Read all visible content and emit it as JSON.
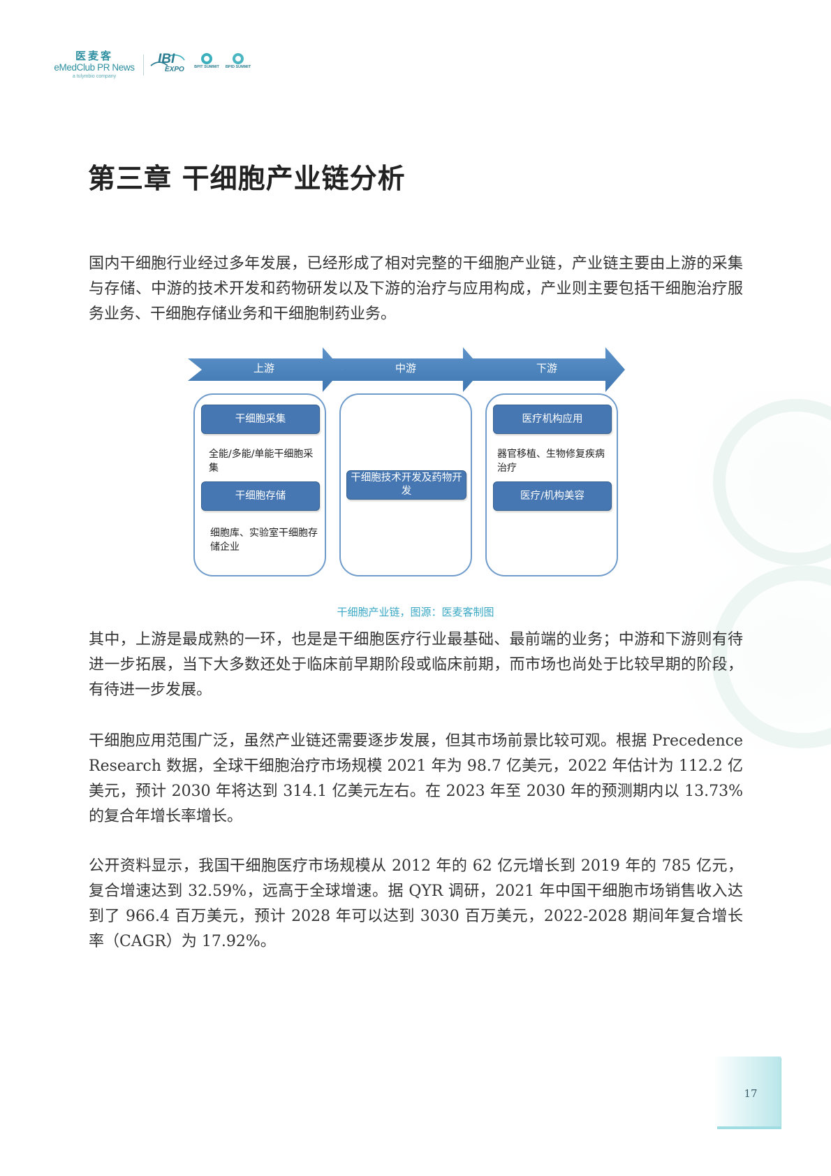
{
  "header": {
    "logo_cn": "医麦客",
    "logo_en": "eMedClub PR News",
    "logo_sub": "a tulymbio company",
    "ibi_main": "IBI",
    "ibi_sub": "EXPO",
    "summit1": "BPIT SUMMIT",
    "summit2": "BPID SUMMIT"
  },
  "chapter": {
    "title": "第三章  干细胞产业链分析"
  },
  "paragraphs": [
    "国内干细胞行业经过多年发展，已经形成了相对完整的干细胞产业链，产业链主要由上游的采集与存储、中游的技术开发和药物研发以及下游的治疗与应用构成，产业则主要包括干细胞治疗服务业务、干细胞存储业务和干细胞制药业务。",
    "其中，上游是最成熟的一环，也是是干细胞医疗行业最基础、最前端的业务；中游和下游则有待进一步拓展，当下大多数还处于临床前早期阶段或临床前期，而市场也尚处于比较早期的阶段，有待进一步发展。",
    "干细胞应用范围广泛，虽然产业链还需要逐步发展，但其市场前景比较可观。根据 Precedence Research 数据，全球干细胞治疗市场规模 2021 年为 98.7 亿美元，2022 年估计为 112.2 亿美元，预计 2030 年将达到 314.1 亿美元左右。在 2023 年至 2030 年的预测期内以 13.73% 的复合年增长率增长。",
    "公开资料显示，我国干细胞医疗市场规模从 2012 年的 62 亿元增长到 2019 年的 785 亿元，复合增速达到 32.59%，远高于全球增速。据 QYR 调研，2021 年中国干细胞市场销售收入达到了 966.4 百万美元，预计 2028 年可以达到 3030 百万美元，2022-2028 期间年复合增长率（CAGR）为 17.92%。"
  ],
  "diagram": {
    "stages": [
      "上游",
      "中游",
      "下游"
    ],
    "upstream": {
      "box1": "干细胞采集",
      "note1": "全能/多能/单能干细胞采集",
      "box2": "干细胞存储",
      "note2": "细胞库、实验室干细胞存储企业"
    },
    "midstream": {
      "box1": "干细胞技术开发及药物开发"
    },
    "downstream": {
      "box1": "医疗机构应用",
      "note1": "器官移植、生物修复疾病治疗",
      "box2": "医疗/机构美容"
    },
    "caption": "干细胞产业链，图源：医麦客制图",
    "colors": {
      "arrow": "#4a83bd",
      "pill": "#4677b2",
      "panel_border": "#6f9bcb",
      "caption": "#3aa8c5"
    }
  },
  "page_number": "17"
}
